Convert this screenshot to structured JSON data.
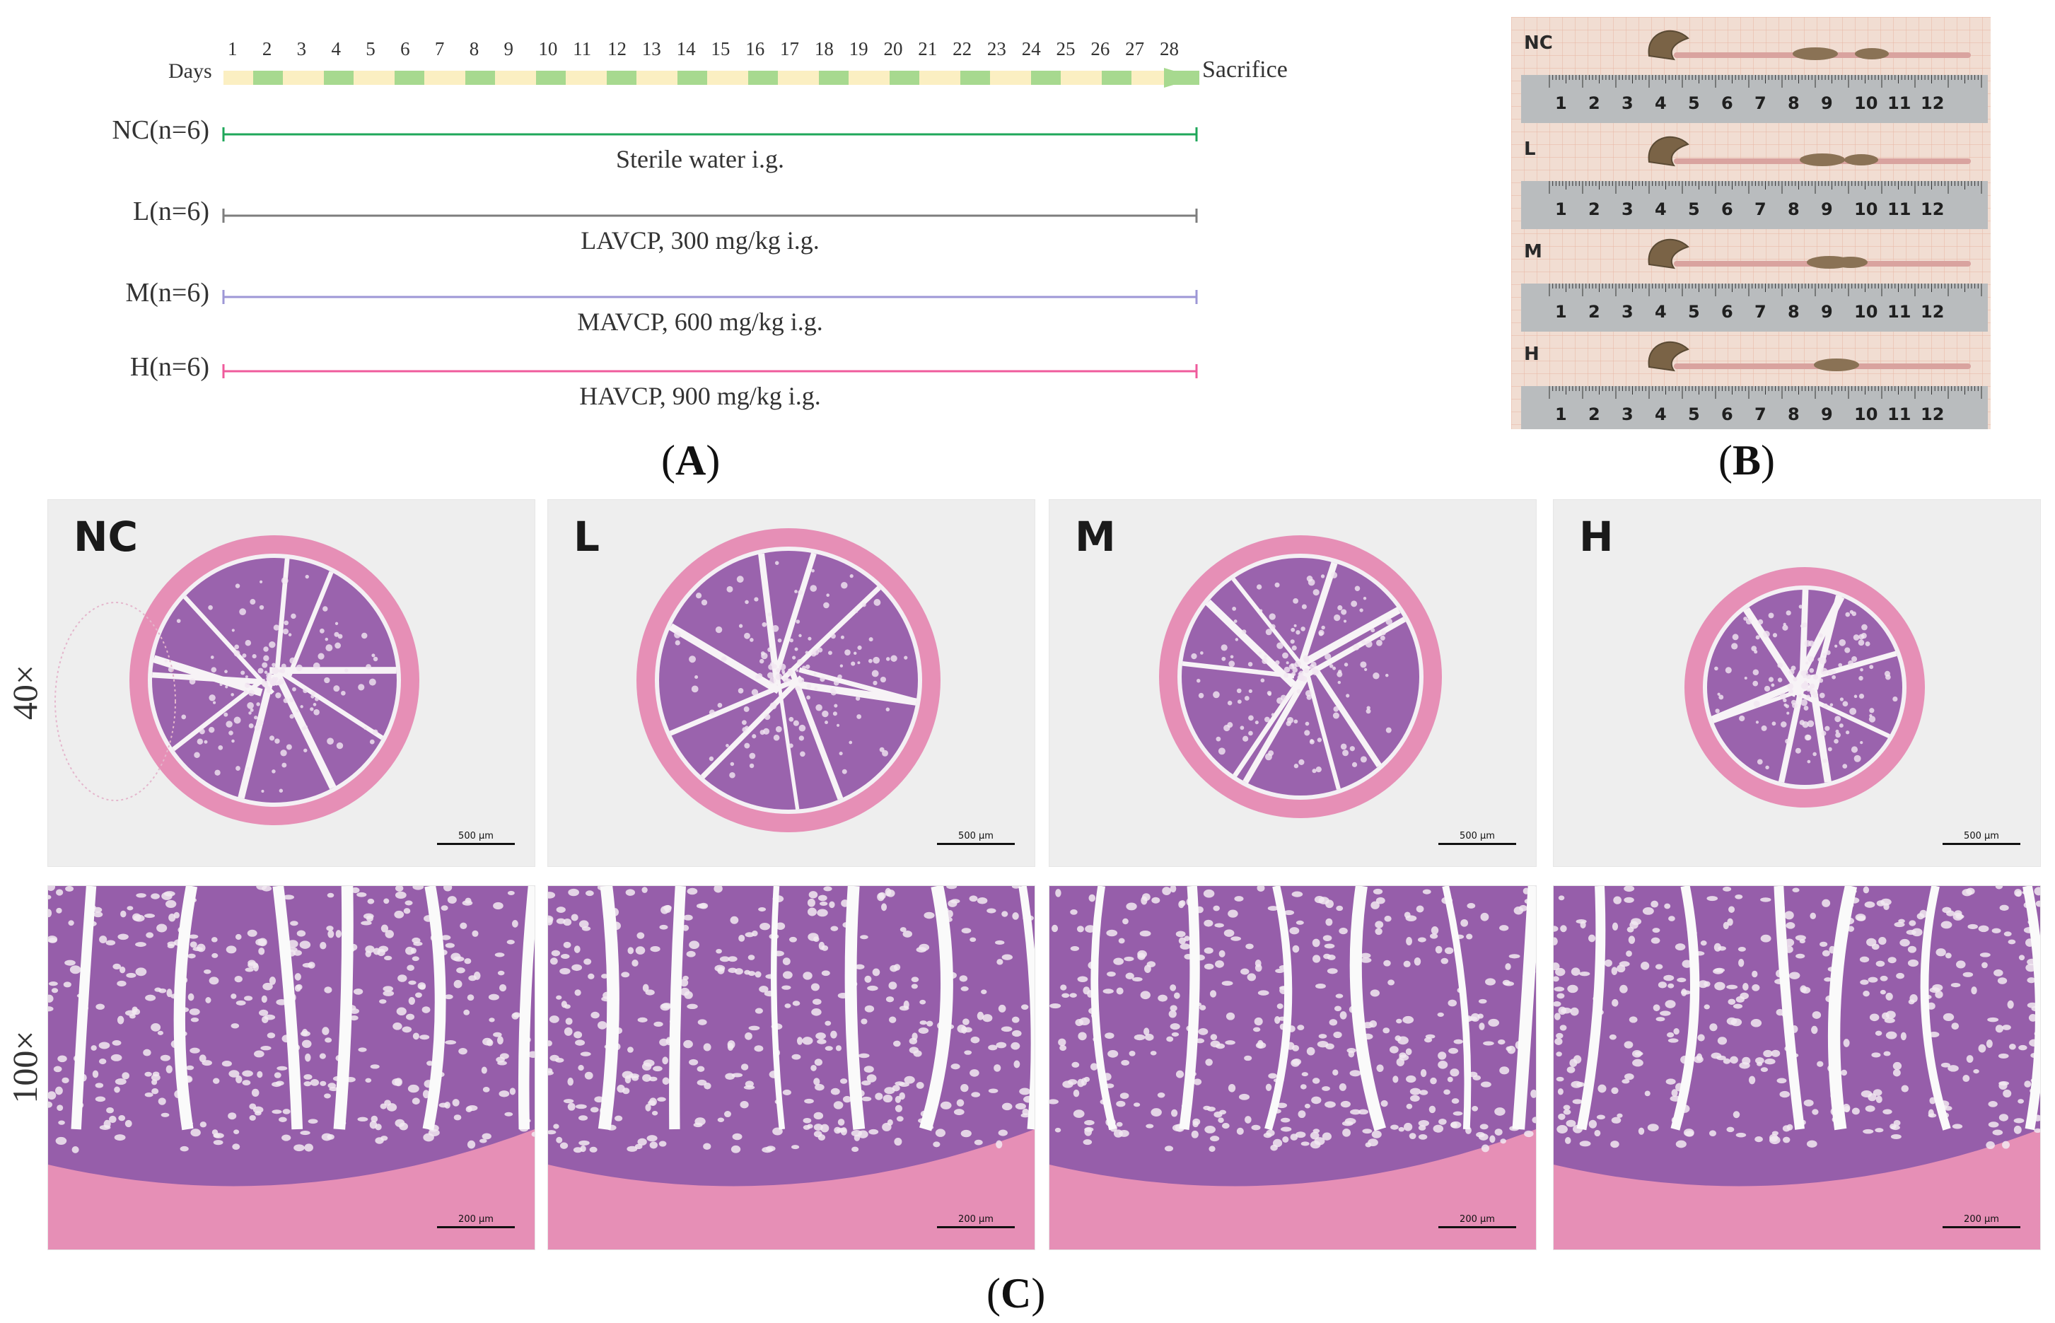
{
  "panelA": {
    "days_label": "Days",
    "day_numbers": [
      "1",
      "2",
      "3",
      "4",
      "5",
      "6",
      "7",
      "8",
      "9",
      "10",
      "11",
      "12",
      "13",
      "14",
      "15",
      "16",
      "17",
      "18",
      "19",
      "20",
      "21",
      "22",
      "23",
      "24",
      "25",
      "26",
      "27",
      "28"
    ],
    "end_label": "Sacrifice",
    "groups": [
      {
        "name": "NC(n=6)",
        "treatment": "Sterile water i.g.",
        "color": "#1fa75a"
      },
      {
        "name": "L(n=6)",
        "treatment": "LAVCP, 300 mg/kg i.g.",
        "color": "#7d7d7d"
      },
      {
        "name": "M(n=6)",
        "treatment": "MAVCP, 600 mg/kg i.g.",
        "color": "#9d97d6"
      },
      {
        "name": "H(n=6)",
        "treatment": "HAVCP, 900 mg/kg i.g.",
        "color": "#ef5b9c"
      }
    ],
    "caption": "A"
  },
  "panelB": {
    "rows": [
      "NC",
      "L",
      "M",
      "H"
    ],
    "ruler_numbers": [
      "1",
      "2",
      "3",
      "4",
      "5",
      "6",
      "7",
      "8",
      "9",
      "10",
      "11",
      "12"
    ],
    "caption": "B"
  },
  "panelC": {
    "groups": [
      "NC",
      "L",
      "M",
      "H"
    ],
    "magnifications": [
      "40×",
      "100×"
    ],
    "scale_40": "500 µm",
    "scale_100": "200 µm",
    "caption": "C"
  },
  "colors": {
    "tissue_pink": "#e68fb6",
    "crypt_purple": "#8a4aa0",
    "timeline_green": "#a7d98f",
    "timeline_cream": "#fbefc2"
  }
}
